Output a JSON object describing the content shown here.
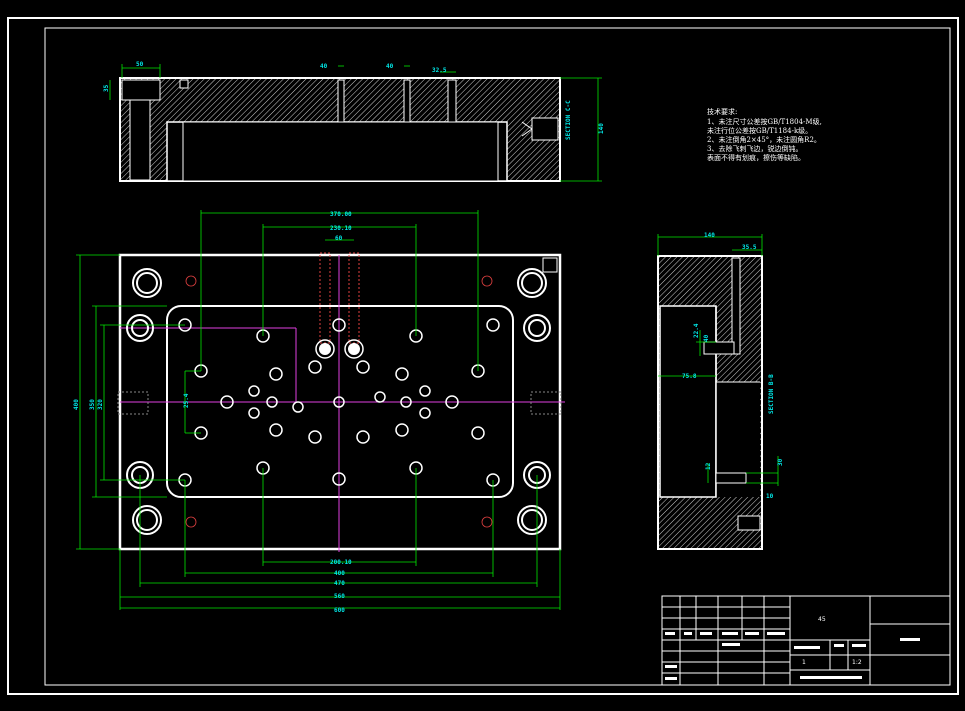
{
  "notes": {
    "title": "技术要求:",
    "lines": [
      "1、未注尺寸公差按GB/T1804-M级,",
      "    未注行位公差按GB/T1184-k级。",
      "2、未注倒角2×45°，未注圆角R2。",
      "3、去除飞刺飞边，锐边倒钝。",
      "    表面不得有划痕，擦伤等缺陷。"
    ]
  },
  "dimensions": {
    "plan_top_outer": "370.00",
    "plan_top_mid": "230.10",
    "plan_top_small": "60",
    "plan_bottom_1": "200.10",
    "plan_bottom_2": "400",
    "plan_bottom_3": "470",
    "plan_bottom_4": "560",
    "plan_bottom_5": "600",
    "plan_left_1": "400",
    "plan_left_2": "350",
    "plan_left_3": "320",
    "plan_inner_v": "25.4",
    "front_w1": "50",
    "front_w2": "40",
    "front_w3": "40",
    "front_w4": "32.5",
    "front_h1": "35",
    "front_h2": "140",
    "side_w1": "140",
    "side_w2": "35.5",
    "side_h1": "22.4",
    "side_h2": "40",
    "side_w3": "75.8",
    "side_h3": "12",
    "side_h4": "30",
    "side_h5": "10",
    "section_label_1": "SECTION C-C",
    "section_label_2": "SECTION B-B"
  },
  "title_block": {
    "part_code": "45",
    "scale": "1:2",
    "sheet": "1"
  }
}
